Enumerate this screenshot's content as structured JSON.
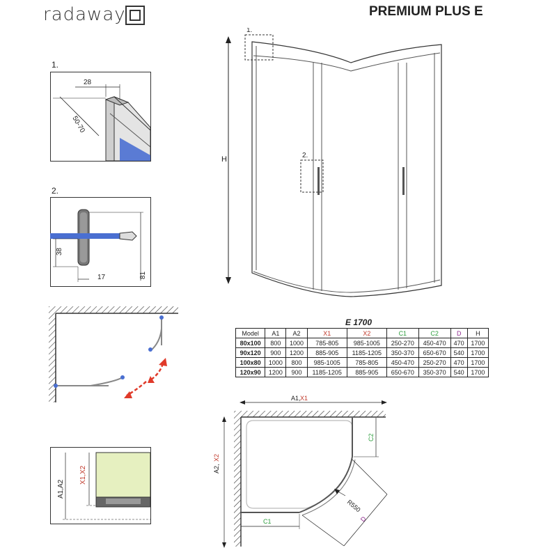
{
  "brand": {
    "logo_text": "radaway"
  },
  "product": {
    "title": "PREMIUM PLUS E"
  },
  "details": [
    {
      "num": "1.",
      "dim_a": "28",
      "dim_b": "50-70"
    },
    {
      "num": "2.",
      "dim_a": "38",
      "dim_b": "17",
      "dim_c": "81"
    }
  ],
  "elevation": {
    "height_label": "H",
    "callout_1": "1.",
    "callout_2": "2."
  },
  "section": {
    "label_a": "A1,A2",
    "label_x": "X1,X2"
  },
  "table": {
    "title": "E 1700",
    "headers": [
      "Model",
      "A1",
      "A2",
      "X1",
      "X2",
      "C1",
      "C2",
      "D",
      "H"
    ],
    "header_colors": [
      "#222222",
      "#222222",
      "#222222",
      "#c0392b",
      "#c0392b",
      "#2e9e3e",
      "#2e9e3e",
      "#8e2a8e",
      "#222222"
    ],
    "rows": [
      [
        "80x100",
        "800",
        "1000",
        "785-805",
        "985-1005",
        "250-270",
        "450-470",
        "470",
        "1700"
      ],
      [
        "90x120",
        "900",
        "1200",
        "885-905",
        "1185-1205",
        "350-370",
        "650-670",
        "540",
        "1700"
      ],
      [
        "100x80",
        "1000",
        "800",
        "985-1005",
        "785-805",
        "450-470",
        "250-270",
        "470",
        "1700"
      ],
      [
        "120x90",
        "1200",
        "900",
        "1185-1205",
        "885-905",
        "650-670",
        "350-370",
        "540",
        "1700"
      ]
    ]
  },
  "plan": {
    "label_a1": "A1,",
    "label_x1": "X1",
    "label_a2": "A2,",
    "label_x2": "X2",
    "label_c1": "C1",
    "label_c2": "C2",
    "label_radius": "R550",
    "label_d": "D"
  },
  "colors": {
    "x_color": "#c0392b",
    "c_color": "#2e9e3e",
    "d_color": "#8e2a8e",
    "glass_blue": "#4a6fd1",
    "wall_green": "#e6f0c0",
    "arrow_red": "#e03a2a"
  }
}
